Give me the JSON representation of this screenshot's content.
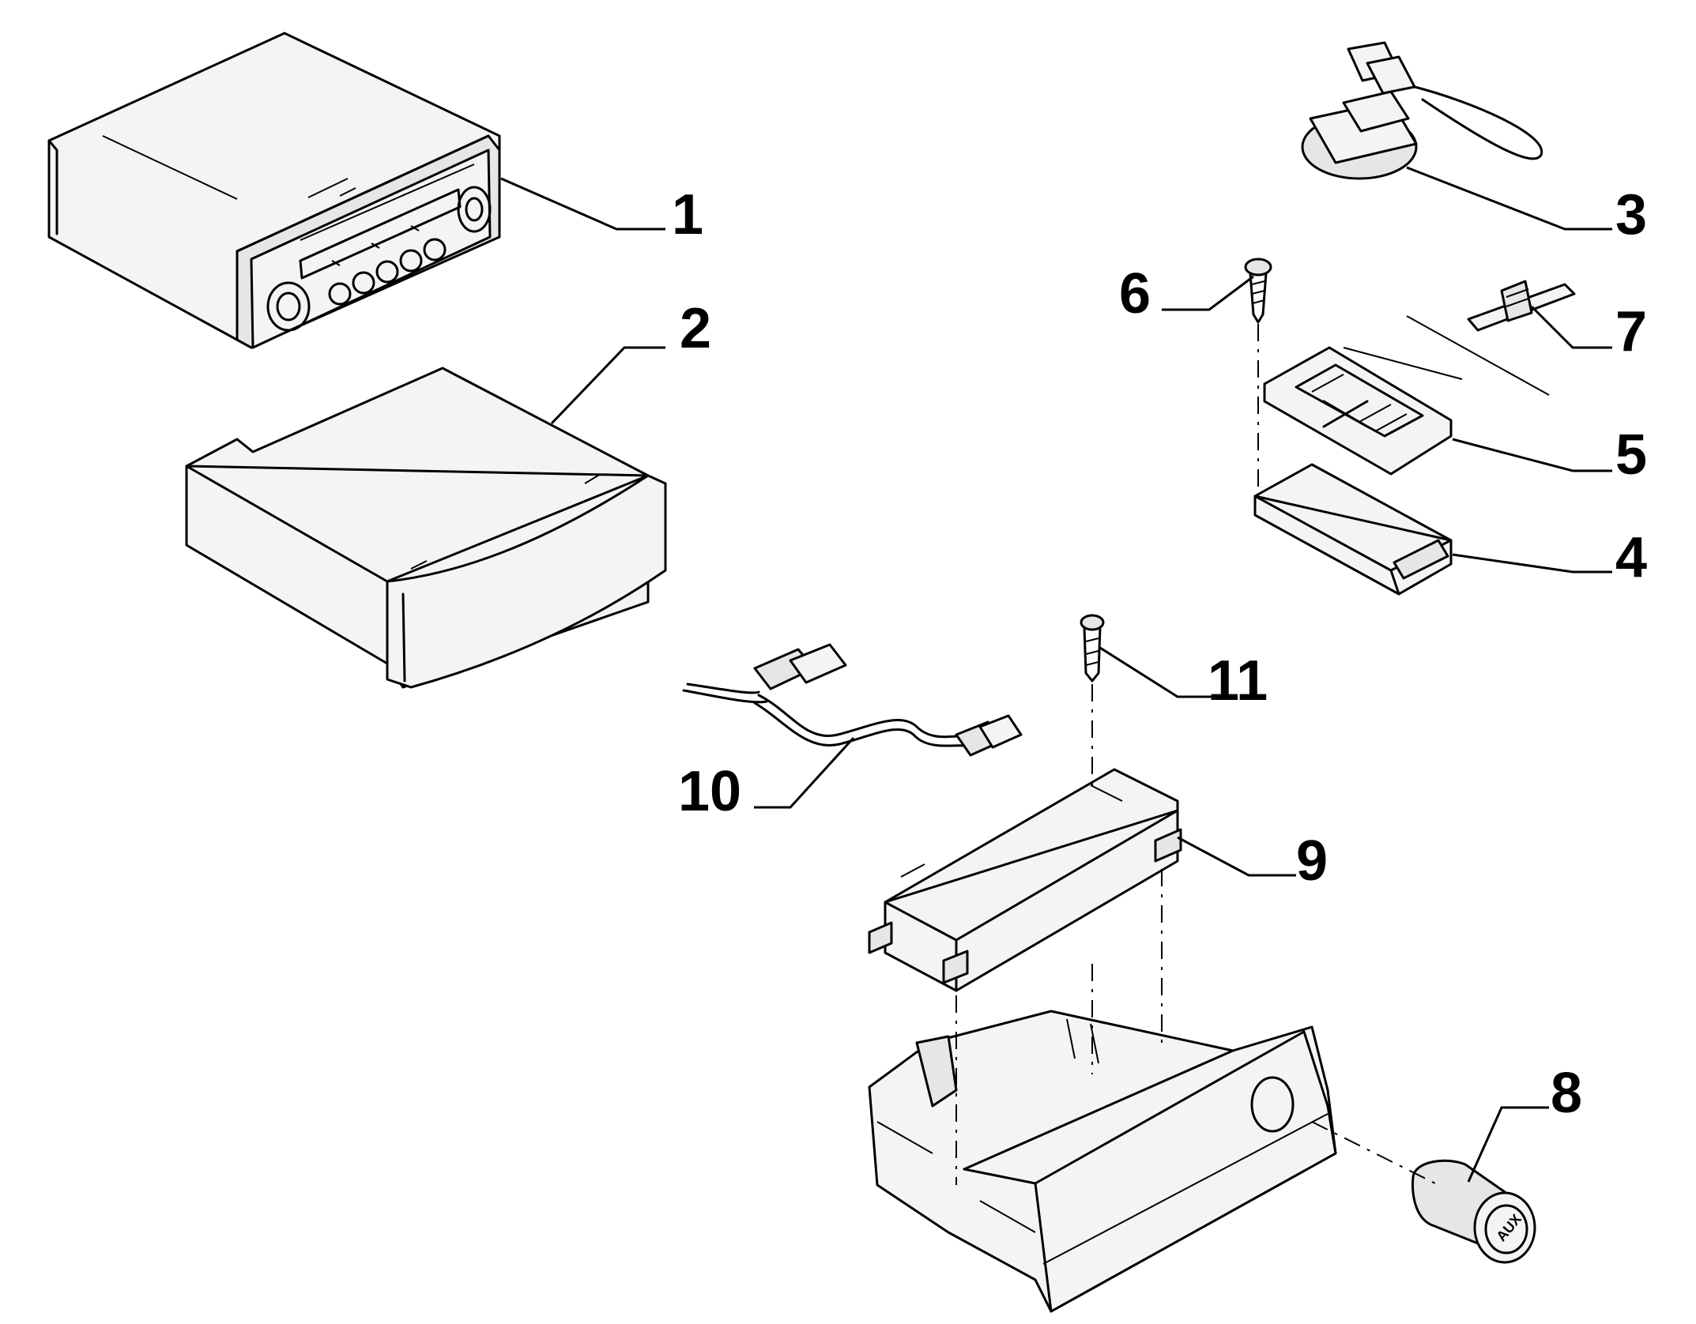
{
  "callouts": [
    {
      "id": "1",
      "label": "1"
    },
    {
      "id": "2",
      "label": "2"
    },
    {
      "id": "3",
      "label": "3"
    },
    {
      "id": "4",
      "label": "4"
    },
    {
      "id": "5",
      "label": "5"
    },
    {
      "id": "6",
      "label": "6"
    },
    {
      "id": "7",
      "label": "7"
    },
    {
      "id": "8",
      "label": "8"
    },
    {
      "id": "9",
      "label": "9"
    },
    {
      "id": "10",
      "label": "10"
    },
    {
      "id": "11",
      "label": "11"
    }
  ],
  "socket": {
    "marking": "AUX"
  }
}
